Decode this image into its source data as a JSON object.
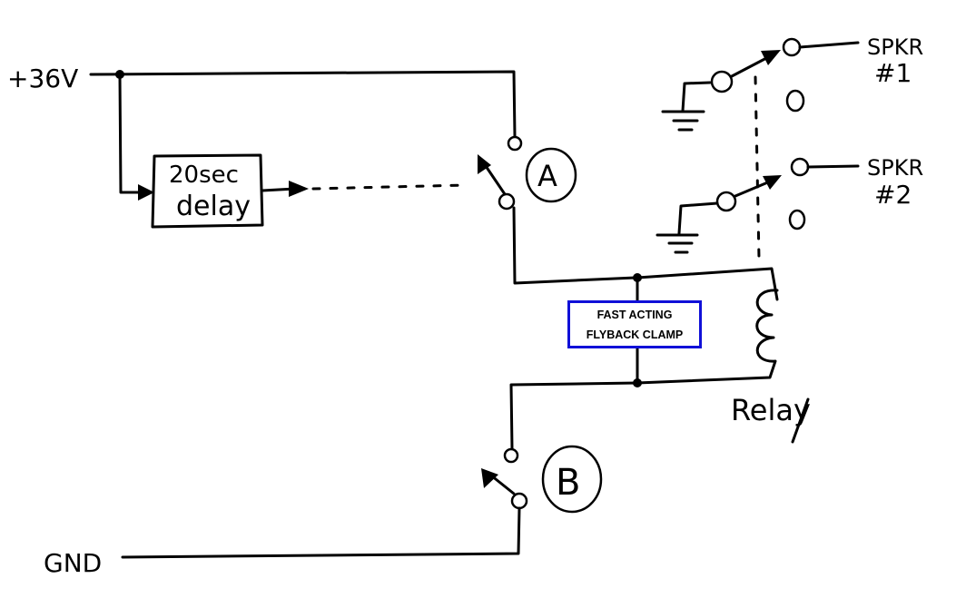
{
  "labels": {
    "supply": "+36V",
    "ground": "GND",
    "delay_line1": "20sec",
    "delay_line2": "delay",
    "switch_a": "A",
    "switch_b": "B",
    "relay": "Relay",
    "speaker1_line1": "SPKR",
    "speaker1_line2": "#1",
    "speaker2_line1": "SPKR",
    "speaker2_line2": "#2"
  },
  "clamp": {
    "line1": "FAST ACTING",
    "line2": "FLYBACK CLAMP",
    "border_color": "#1010d8"
  }
}
